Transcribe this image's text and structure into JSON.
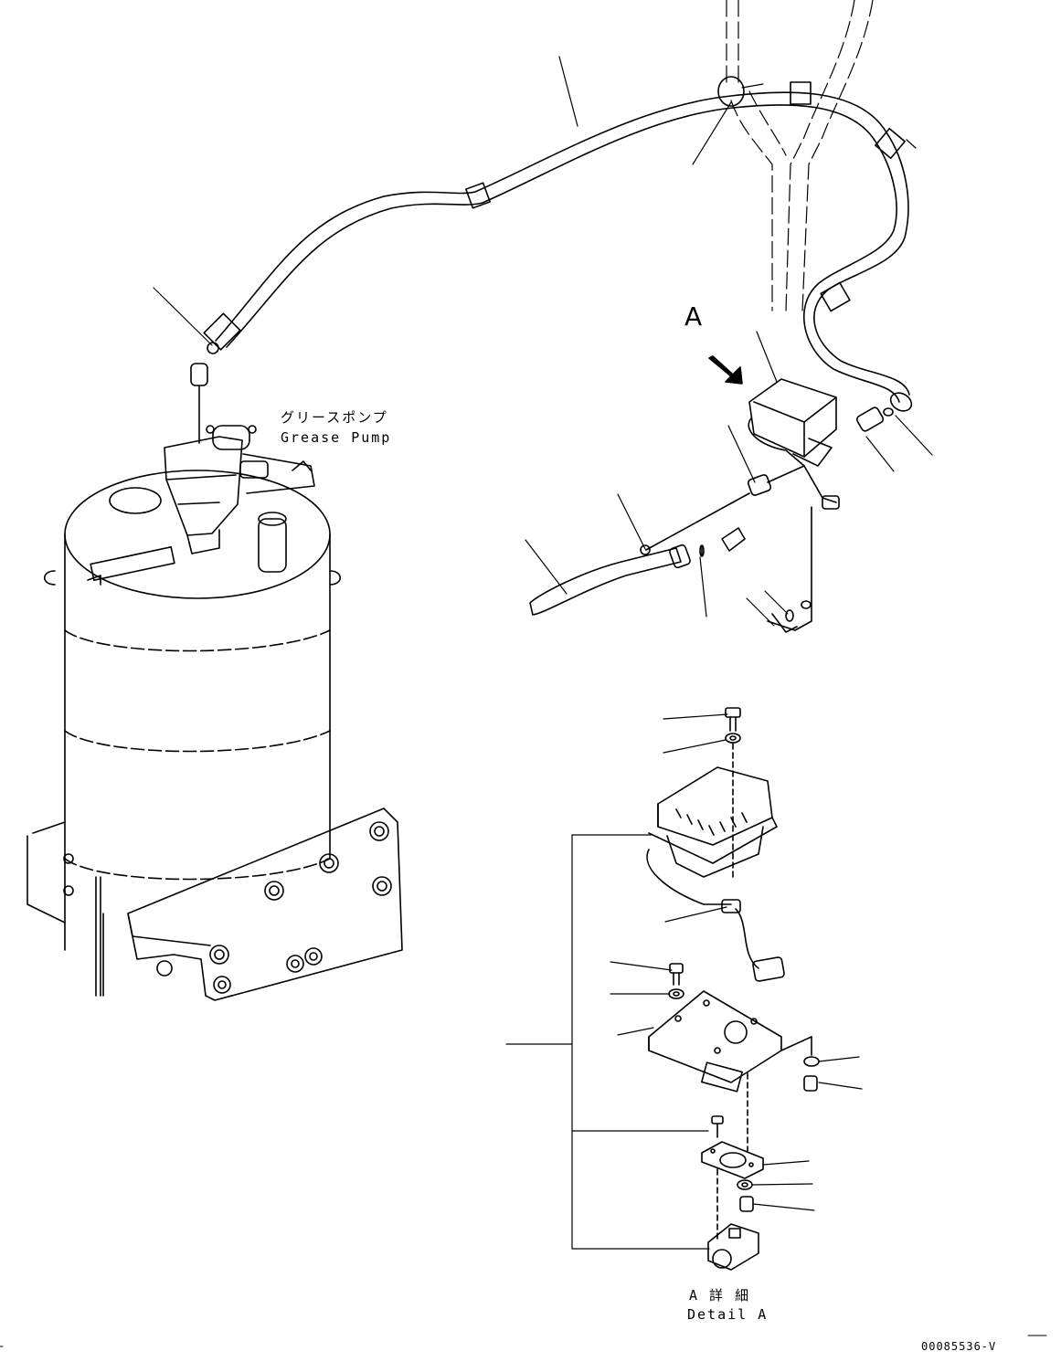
{
  "labels": {
    "grease_pump_jp": "グリースポンプ",
    "grease_pump_en": "Grease Pump",
    "view_letter": "A",
    "detail_jp": "A 詳 細",
    "detail_en": "Detail A",
    "drawing_number": "00085536-V"
  },
  "colors": {
    "line": "#000000",
    "background": "#ffffff"
  }
}
